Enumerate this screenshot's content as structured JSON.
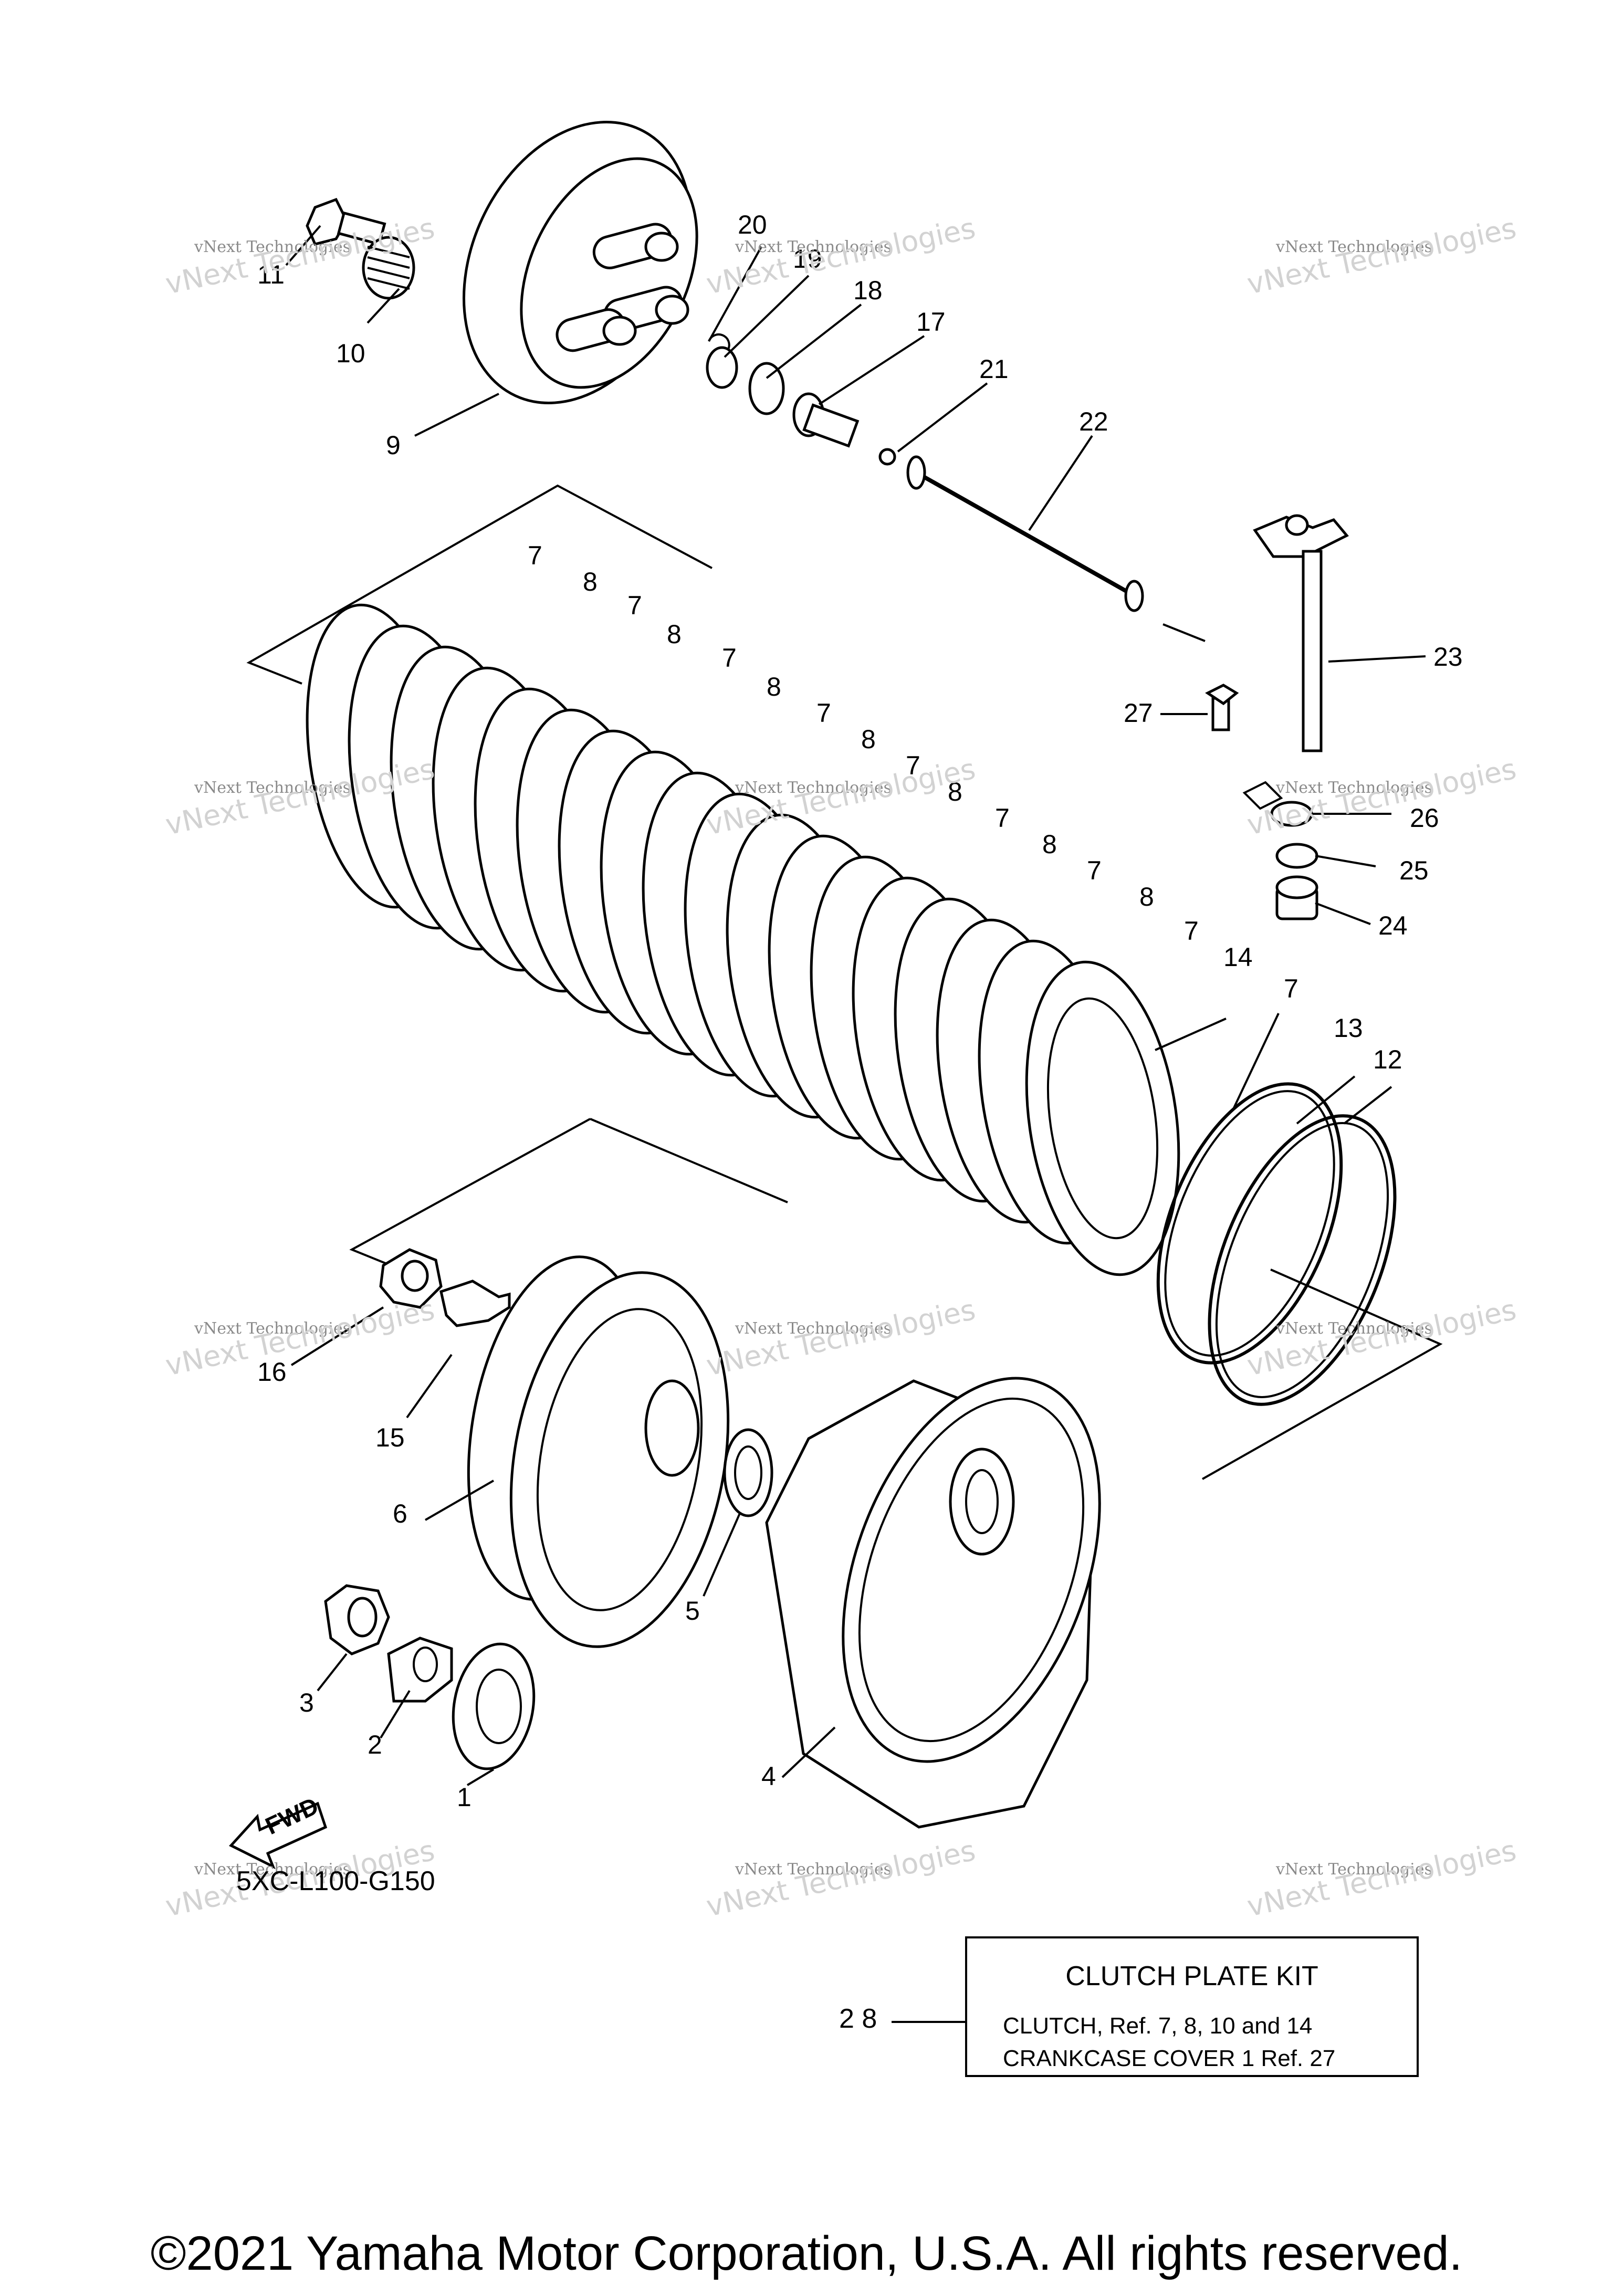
{
  "diagram": {
    "callouts": [
      "1",
      "2",
      "3",
      "4",
      "5",
      "6",
      "7",
      "8",
      "9",
      "10",
      "11",
      "12",
      "13",
      "14",
      "15",
      "16",
      "17",
      "18",
      "19",
      "20",
      "21",
      "22",
      "23",
      "24",
      "25",
      "26",
      "27"
    ],
    "fwd_label": "FWD",
    "diagram_code": "5XC-L100-G150",
    "watermark_line1": "vNext Technologies",
    "watermark_line2": "vNext Technologies"
  },
  "kit": {
    "ref_number": "2 8",
    "title": "CLUTCH PLATE KIT",
    "line1": "CLUTCH, Ref.  7, 8, 10 and 14",
    "line2": "CRANKCASE COVER 1 Ref. 27"
  },
  "footer": {
    "copyright": "©2021 Yamaha Motor Corporation, U.S.A. All rights reserved."
  }
}
